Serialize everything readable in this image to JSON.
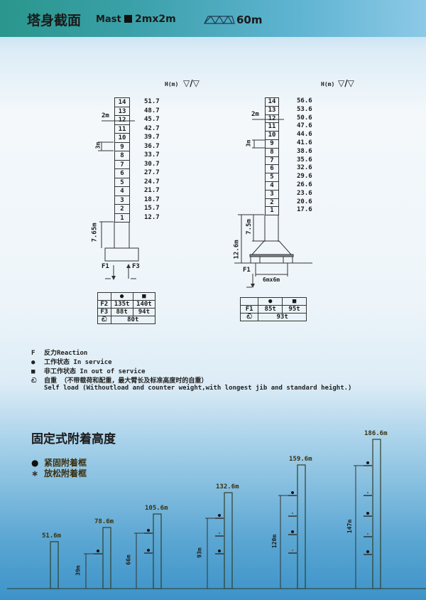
{
  "header": {
    "title_cn": "塔身截面",
    "mast_label": "Mast",
    "mast_size": "2mx2m",
    "jib_length": "60m"
  },
  "left_diagram": {
    "h_label": "H(m)",
    "sections": [
      "14",
      "13",
      "12",
      "11",
      "10",
      "9",
      "8",
      "7",
      "6",
      "5",
      "4",
      "3",
      "2",
      "1"
    ],
    "heights": [
      "51.7",
      "48.7",
      "45.7",
      "42.7",
      "39.7",
      "36.7",
      "33.7",
      "30.7",
      "27.7",
      "24.7",
      "21.7",
      "18.7",
      "15.7",
      "12.7"
    ],
    "dim_width": "2m",
    "dim_section": "3m",
    "dim_base": "7.65m",
    "arrow_left": "F1",
    "arrow_right": "F3",
    "table": {
      "rows": [
        {
          "label": "F2",
          "in_service": "135t",
          "out_service": "140t"
        },
        {
          "label": "F3",
          "in_service": "88t",
          "out_service": "94t"
        }
      ],
      "self_load": "80t"
    }
  },
  "right_diagram": {
    "h_label": "H(m)",
    "sections": [
      "14",
      "13",
      "12",
      "11",
      "10",
      "9",
      "8",
      "7",
      "6",
      "5",
      "4",
      "3",
      "2",
      "1"
    ],
    "heights": [
      "56.6",
      "53.6",
      "50.6",
      "47.6",
      "44.6",
      "41.6",
      "38.6",
      "35.6",
      "32.6",
      "29.6",
      "26.6",
      "23.6",
      "20.6",
      "17.6"
    ],
    "dim_width": "2m",
    "dim_section": "3m",
    "dim_base": "7.5m",
    "dim_total": "12.6m",
    "dim_footing": "6mx6m",
    "arrow_left": "F1",
    "table": {
      "rows": [
        {
          "label": "F1",
          "in_service": "85t",
          "out_service": "95t"
        }
      ],
      "self_load": "93t"
    }
  },
  "legend": {
    "reaction": "反力Reaction",
    "in_service": "工作状态   In service",
    "out_service": "非工作状态 In out of service",
    "self_load_cn": "自重   （不带载荷和配重，最大臂长及标准高度时的自重）",
    "self_load_en": "Self load (Withoutload and counter weight,with longest jib and standard height.)"
  },
  "anchorage": {
    "title": "固定式附着高度",
    "legend_tight": "紧固附着框",
    "legend_loose": "放松附着框",
    "towers": [
      {
        "height": "51.6m",
        "dim": "",
        "anchors": []
      },
      {
        "height": "78.6m",
        "dim": "39m",
        "anchors": [
          "tight"
        ]
      },
      {
        "height": "105.6m",
        "dim": "66m",
        "anchors": [
          "tight",
          "tight"
        ]
      },
      {
        "height": "132.6m",
        "dim": "93m",
        "anchors": [
          "tight",
          "loose",
          "tight"
        ]
      },
      {
        "height": "159.6m",
        "dim": "120m",
        "anchors": [
          "tight",
          "loose",
          "tight",
          "loose"
        ]
      },
      {
        "height": "186.6m",
        "dim": "147m",
        "anchors": [
          "tight",
          "loose",
          "tight",
          "loose",
          "tight"
        ]
      }
    ]
  }
}
